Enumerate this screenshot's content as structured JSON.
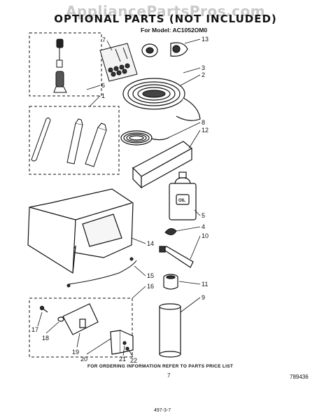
{
  "watermark": "AppliancePartsPros.com",
  "title": "OPTIONAL PARTS  (NOT INCLUDED)",
  "model_label": "For Model: AC1052OM0",
  "footer_note": "FOR ORDERING INFORMATION REFER TO PARTS PRICE LIST",
  "page_number": "7",
  "diagram_id": "789436",
  "bottom_code": "497-3-7",
  "parts": {
    "p13": "13",
    "p7": "7",
    "p3": "3",
    "p2": "2",
    "p6": "6",
    "p1": "1",
    "p8": "8",
    "p12": "12",
    "p5": "5",
    "p4": "4",
    "p10": "10",
    "p14": "14",
    "p15": "15",
    "p16": "16",
    "p11": "11",
    "p9": "9",
    "p17": "17",
    "p18": "18",
    "p19": "19",
    "p20": "20",
    "p21": "21",
    "p22": "22"
  },
  "item_labels": {
    "oil_label": "OIL"
  },
  "colors": {
    "ink": "#111111",
    "watermark": "#c9c9c9",
    "background": "#ffffff"
  }
}
